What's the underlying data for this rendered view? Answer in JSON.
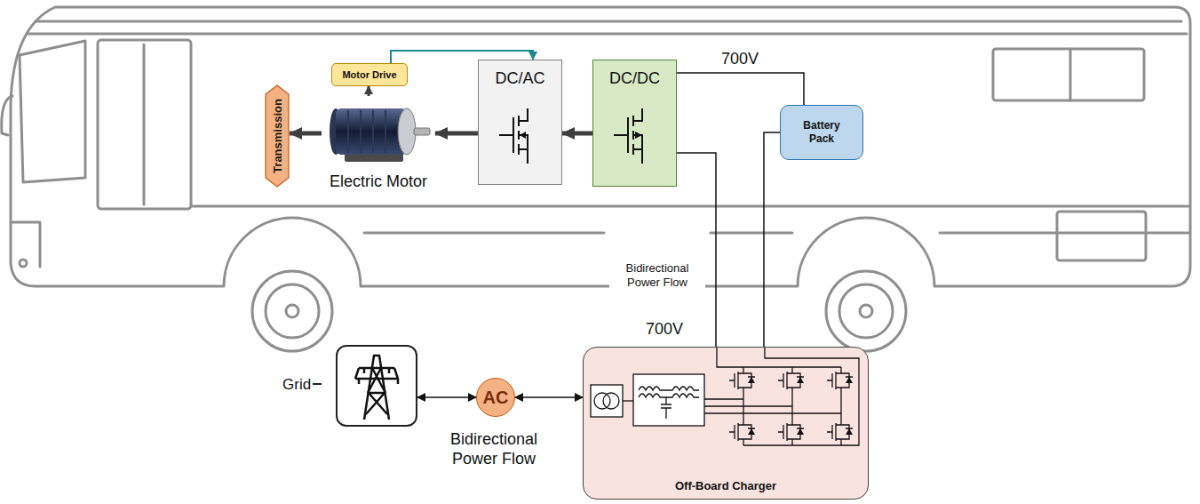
{
  "diagram": {
    "nodes": [
      {
        "text": [
          "Transmission"
        ]
      },
      {
        "text": [
          "Motor Drive"
        ]
      },
      {
        "text": [
          "Electric Motor"
        ]
      },
      {
        "text": [
          "DC/AC"
        ]
      },
      {
        "text": [
          "DC/DC"
        ]
      },
      {
        "text": [
          "Battery Pack"
        ]
      },
      {
        "text": [
          "Grid"
        ]
      },
      {
        "text": [
          "AC"
        ]
      },
      {
        "text": [
          "Off-Board Charger"
        ]
      }
    ],
    "edges": [
      {
        "from": 2,
        "to": 0,
        "arrow": "to"
      },
      {
        "from": 3,
        "to": 2,
        "arrow": "to"
      },
      {
        "from": 4,
        "to": 3,
        "arrow": "to"
      },
      {
        "from": 2,
        "to": 1,
        "arrow": "to"
      },
      {
        "from": 1,
        "to": 3,
        "arrow": "to"
      },
      {
        "from": 4,
        "to": 5,
        "arrow": "none"
      },
      {
        "from": 4,
        "to": 8,
        "arrow": "none"
      },
      {
        "from": 5,
        "to": 8,
        "arrow": "none"
      },
      {
        "from": 6,
        "to": 7,
        "arrow": "both"
      },
      {
        "from": 7,
        "to": 8,
        "arrow": "both"
      }
    ],
    "labels": [
      "700V",
      "Bidirectional Power Flow",
      "700V",
      "Bidirectional Power Flow"
    ]
  }
}
